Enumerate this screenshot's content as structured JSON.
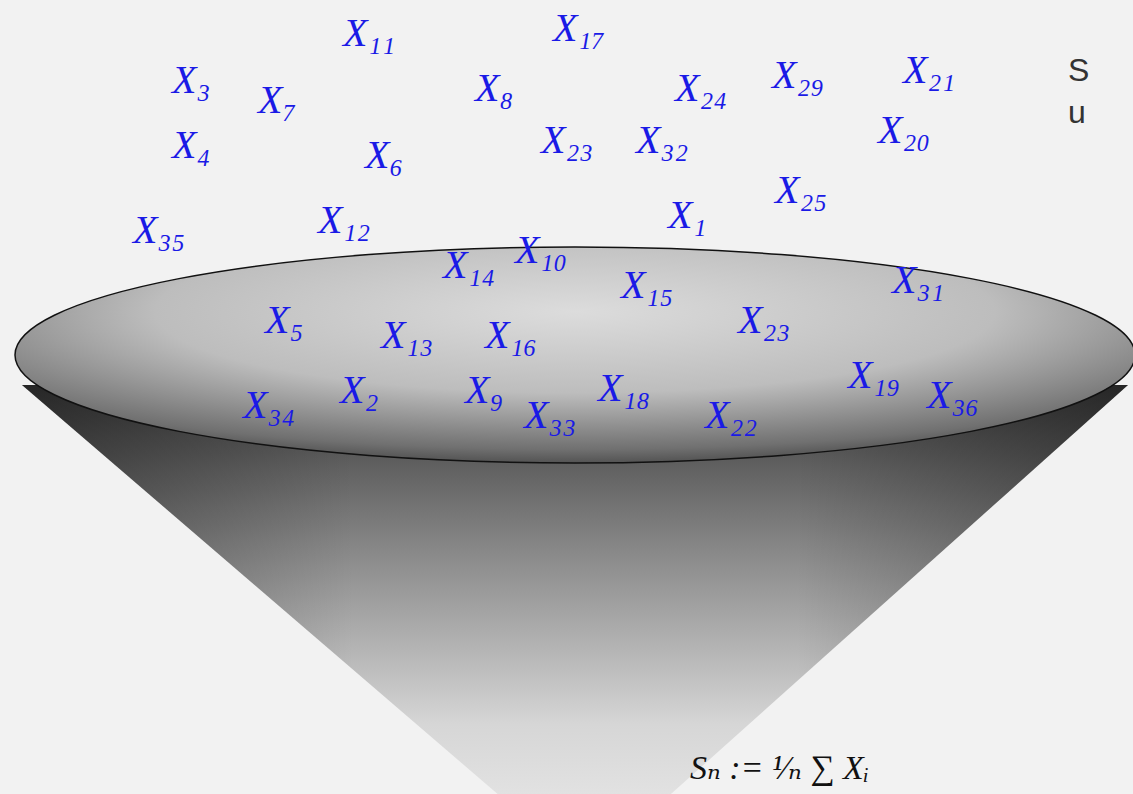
{
  "diagram": {
    "labels": [
      "X₁₁",
      "X₁₇",
      "X₃",
      "X₇",
      "X₈",
      "X₂₄",
      "X₂₉",
      "X₂₁",
      "X₄",
      "X₂₃",
      "X₃₂",
      "X₂₀",
      "X₆",
      "X₂₅",
      "X₃₅",
      "X₁₂",
      "X₁",
      "X₁₀",
      "X₁₄",
      "X₃₁",
      "X₁₅",
      "X₅",
      "X₁₃",
      "X₁₆",
      "X₂₃",
      "X₁₉",
      "X₃₆",
      "X₂",
      "X₉",
      "X₁₈",
      "X₃₄",
      "X₃₃",
      "X₂₂",
      "S",
      "u",
      "Sₙ := ¹⁄ₙ ∑ Xᵢ"
    ]
  }
}
